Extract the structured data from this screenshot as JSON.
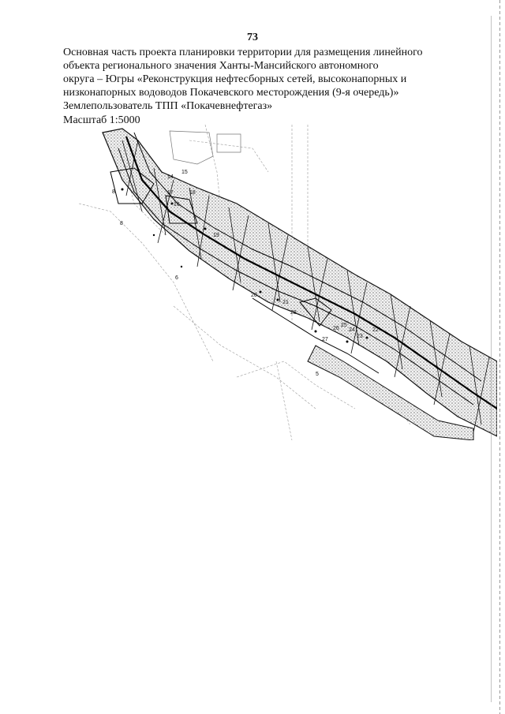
{
  "page": {
    "number": "73",
    "heading_lines": [
      "Основная часть проекта планировки территории для размещения линейного",
      "объекта регионального  значения Ханты-Мансийского автономного",
      "округа – Югры  «Реконструкция нефтесборных сетей, высоконапорных и",
      "низконапорных водоводов Покачевского месторождения (9-я очередь)»",
      "Землепользователь ТПП «Покачевнефтегаз»"
    ],
    "scale": "Масштаб 1:5000"
  },
  "map": {
    "point_labels": [
      "8",
      "8",
      "14",
      "15",
      "16",
      "17",
      "18",
      "19",
      "20",
      "21",
      "22",
      "23",
      "24",
      "25",
      "26",
      "27",
      "28",
      "6",
      "5"
    ]
  }
}
